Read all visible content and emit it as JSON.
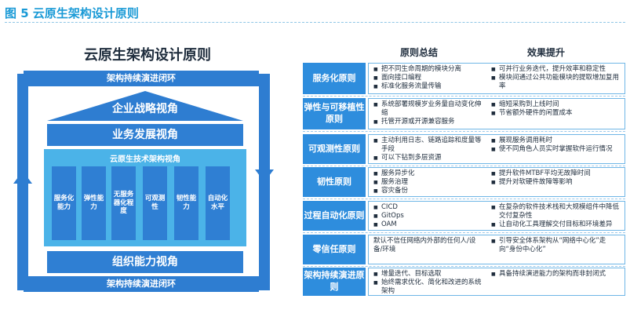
{
  "figure_title": "图 5  云原生架构设计原则",
  "left": {
    "title": "云原生架构设计原则",
    "loop_top": "架构持续演进闭环",
    "loop_bottom": "架构持续演进闭环",
    "roof": "企业战略视角",
    "business": "业务发展视角",
    "tech_title": "云原生技术架构视角",
    "pillars": [
      "服务化能力",
      "弹性能力",
      "无服务器化程度",
      "可观测性",
      "韧性能力",
      "自动化水平"
    ],
    "org": "组织能力视角"
  },
  "table": {
    "col1_header": "原则总结",
    "col2_header": "效果提升",
    "rows": [
      {
        "label": "服务化原则",
        "summary": [
          "把不同生命周期的模块分离",
          "面向接口编程",
          "标准化服务流量传输"
        ],
        "effect": [
          "可并行业务迭代，提升效率和稳定性",
          "模块间通过公共功能模块的提取增加复用率"
        ]
      },
      {
        "label": "弹性与可移植性原则",
        "summary": [
          "系统部署规模岁业务量自动变化伸缩",
          "托管开源或开源兼容服务"
        ],
        "effect": [
          "缩短采购到上线时间",
          "节省额外硬件的闲置成本"
        ]
      },
      {
        "label": "可观测性原则",
        "summary": [
          "主动利用日志、链路追踪和度量等手段",
          "可以下钻到多层资源"
        ],
        "effect": [
          "展现服务调用耗时",
          "使不同角色人员实时掌握软件运行情况"
        ]
      },
      {
        "label": "韧性原则",
        "summary": [
          "服务异步化",
          "服务治理",
          "容灾备份"
        ],
        "effect": [
          "提升软件MTBF平均无故障时间",
          "提升对软硬件故障等影响"
        ]
      },
      {
        "label": "过程自动化原则",
        "summary": [
          "CICD",
          "GitOps",
          "OAM"
        ],
        "effect": [
          "在复杂的软件技术栈和大规模组件中降低交付复杂性",
          "让自动化工具理解交付目标和环境差异"
        ]
      },
      {
        "label": "零信任原则",
        "summary": [
          "默认不信任网络内外部的任何人/设备/环境"
        ],
        "effect": [
          "引导安全体系架构从“网络中心化”走向“身份中心化”"
        ]
      },
      {
        "label": "架构持续演进原则",
        "summary": [
          "增量迭代、目标选取",
          "始终需求优化、简化和改进的系统架构"
        ],
        "effect": [
          "具备持续演进能力的架构而非封闭式"
        ]
      }
    ]
  },
  "colors": {
    "accent": "#1a9ad6",
    "dark_blue": "#2e7dd1",
    "light_blue": "#4bb3e8"
  }
}
